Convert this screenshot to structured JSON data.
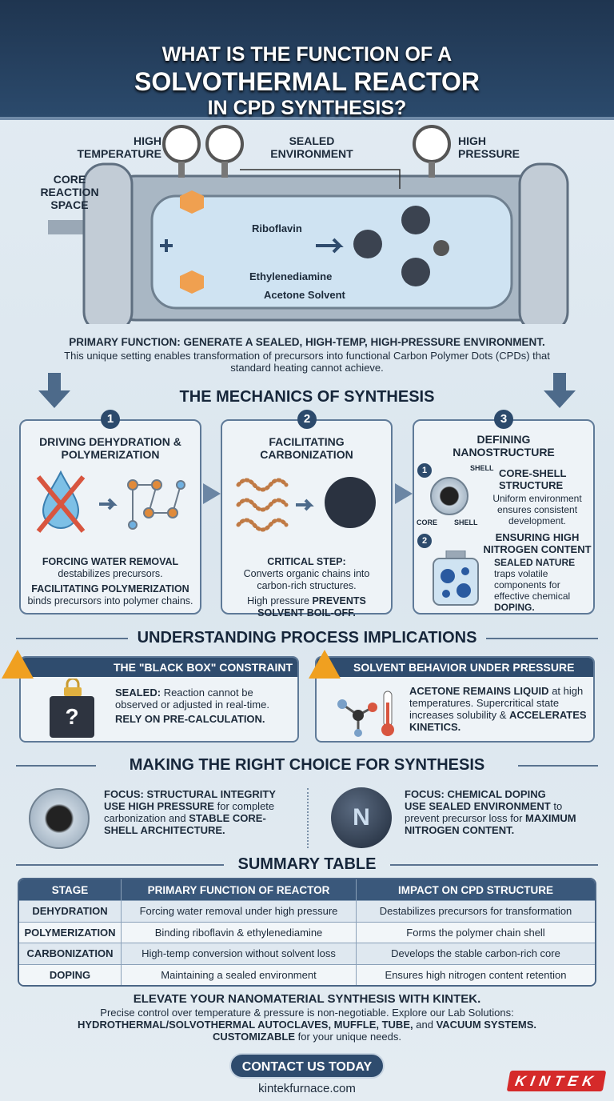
{
  "header": {
    "title_lines": [
      "WHAT IS THE FUNCTION OF A",
      "SOLVOTHERMAL REACTOR",
      "IN CPD SYNTHESIS?"
    ]
  },
  "reactor": {
    "labels": {
      "high_temperature": "HIGH TEMPERATURE",
      "sealed_environment": "SEALED ENVIRONMENT",
      "high_pressure": "HIGH PRESSURE",
      "core_reaction_space": "CORE REACTION SPACE"
    },
    "inner": {
      "riboflavin": "Riboflavin",
      "ethylenediamine": "Ethylenediamine",
      "solvent": "Acetone Solvent"
    }
  },
  "primary": {
    "headline": "PRIMARY FUNCTION: GENERATE A SEALED, HIGH-TEMP, HIGH-PRESSURE ENVIRONMENT.",
    "text": "This unique setting enables transformation of precursors into functional Carbon Polymer Dots (CPDs) that standard heating cannot achieve."
  },
  "mechanics": {
    "title": "THE MECHANICS OF SYNTHESIS",
    "cards": [
      {
        "num": "1",
        "title": "DRIVING DEHYDRATION & POLYMERIZATION",
        "b1": "FORCING WATER REMOVAL",
        "t1": "destabilizes precursors.",
        "b2": "FACILITATING POLYMERIZATION",
        "t2": "binds precursors into polymer chains."
      },
      {
        "num": "2",
        "title": "FACILITATING CARBONIZATION",
        "b1": "CRITICAL STEP:",
        "t1": "Converts organic chains into carbon-rich structures.",
        "t2": "High pressure",
        "b2": "PREVENTS SOLVENT BOIL-OFF."
      },
      {
        "num": "3",
        "title": "DEFINING NANOSTRUCTURE",
        "sub1_num": "1",
        "sub1_title": "CORE-SHELL STRUCTURE",
        "sub1_text": "Uniform environment ensures consistent development.",
        "shell": "SHELL",
        "core": "CORE",
        "sub2_num": "2",
        "sub2_title": "ENSURING HIGH NITROGEN CONTENT",
        "sub2_bold": "SEALED NATURE",
        "sub2_text": "traps volatile components for effective chemical",
        "sub2_end": "DOPING."
      }
    ]
  },
  "implications": {
    "title": "UNDERSTANDING PROCESS IMPLICATIONS",
    "black_box": {
      "title": "THE \"BLACK BOX\" CONSTRAINT",
      "bold": "SEALED:",
      "text": "Reaction cannot be observed or adjusted in real-time.",
      "bold2": "RELY ON PRE-CALCULATION."
    },
    "solvent": {
      "title": "SOLVENT BEHAVIOR UNDER PRESSURE",
      "bold": "ACETONE REMAINS LIQUID",
      "text": "at high temperatures. Supercritical state increases solubility &",
      "bold2": "ACCELERATES KINETICS."
    }
  },
  "choice": {
    "title": "MAKING THE RIGHT CHOICE FOR SYNTHESIS",
    "left": {
      "focus": "FOCUS: STRUCTURAL INTEGRITY",
      "bold": "USE HIGH PRESSURE",
      "text": "for complete carbonization and",
      "bold2": "STABLE CORE-SHELL ARCHITECTURE."
    },
    "right": {
      "focus": "FOCUS: CHEMICAL DOPING",
      "bold": "USE SEALED ENVIRONMENT",
      "text": "to prevent precursor loss for",
      "bold2": "MAXIMUM NITROGEN CONTENT.",
      "icon_letter": "N"
    }
  },
  "summary": {
    "title": "SUMMARY TABLE",
    "headers": [
      "STAGE",
      "PRIMARY FUNCTION OF REACTOR",
      "IMPACT ON CPD STRUCTURE"
    ],
    "rows": [
      [
        "DEHYDRATION",
        "Forcing water removal under high pressure",
        "Destabilizes precursors for transformation"
      ],
      [
        "POLYMERIZATION",
        "Binding riboflavin & ethylenediamine",
        "Forms the polymer chain shell"
      ],
      [
        "CARBONIZATION",
        "High-temp conversion without solvent loss",
        "Develops the stable carbon-rich core"
      ],
      [
        "DOPING",
        "Maintaining a sealed environment",
        "Ensures high nitrogen content retention"
      ]
    ]
  },
  "cta": {
    "headline": "ELEVATE YOUR NANOMATERIAL SYNTHESIS WITH KINTEK.",
    "line1": "Precise control over temperature & pressure is non-negotiable. Explore our Lab Solutions:",
    "b1": "HYDROTHERMAL/SOLVOTHERMAL AUTOCLAVES, MUFFLE, TUBE,",
    "and": "and",
    "b2": "VACUUM SYSTEMS.",
    "b3": "CUSTOMIZABLE",
    "line3": "for your unique needs.",
    "button": "CONTACT US TODAY",
    "url": "kintekfurnace.com",
    "logo": "KINTEK"
  },
  "colors": {
    "navy": "#2f4c6e",
    "accent_red": "#d52a2a",
    "warning": "#f0a020"
  }
}
